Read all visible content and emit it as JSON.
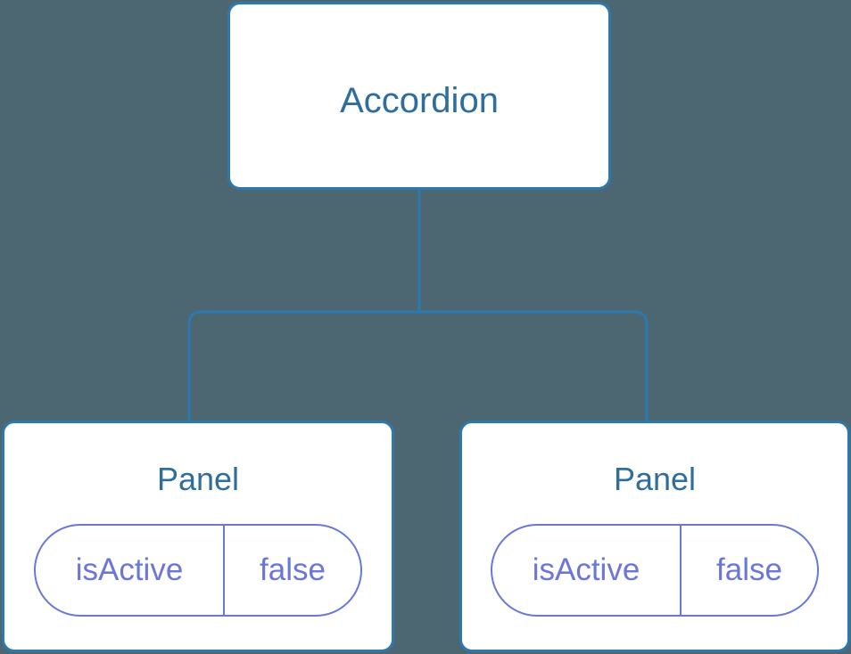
{
  "diagram": {
    "type": "component-tree",
    "background_color": "#4c6772",
    "node_border_color": "#2d79ad",
    "node_title_color": "#2e6e9e",
    "edge_color": "#2d79ad",
    "state_accent_color": "#6a77d8",
    "root": {
      "label": "Accordion"
    },
    "children": [
      {
        "label": "Panel",
        "state": {
          "key": "isActive",
          "value": "false"
        }
      },
      {
        "label": "Panel",
        "state": {
          "key": "isActive",
          "value": "false"
        }
      }
    ]
  }
}
